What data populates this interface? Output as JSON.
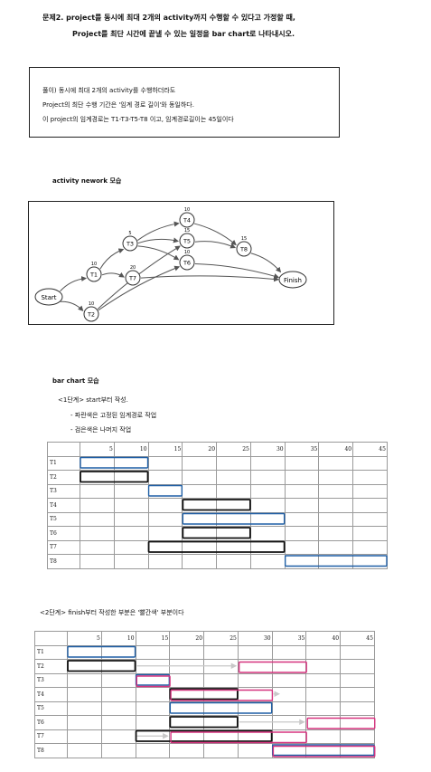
{
  "question": {
    "line1": "문제2.  project를 동시에 최대 2개의 activity까지 수행할 수 있다고 가정할 때,",
    "line2": "Project를 최단 시간에 끝낼 수 있는 일정을 bar chart로 나타내시오."
  },
  "solution": {
    "line1": "풀이)  동시에 최대 2개의 activity를 수행하더라도",
    "line2": "Project의 최단 수행 기간은 '임계 경로 길이'와 동일하다.",
    "line3": "이 project의 임계경로는 T1-T3-T5-T8 이고, 임계경로길이는 45일이다"
  },
  "network": {
    "heading": "activity nework 모습",
    "nodes": [
      {
        "id": "start",
        "label": "Start"
      },
      {
        "id": "T1",
        "label": "T1",
        "duration": "10"
      },
      {
        "id": "T2",
        "label": "T2",
        "duration": "10"
      },
      {
        "id": "T3",
        "label": "T3",
        "duration": "5"
      },
      {
        "id": "T4",
        "label": "T4",
        "duration": "10"
      },
      {
        "id": "T5",
        "label": "T5",
        "duration": "15"
      },
      {
        "id": "T6",
        "label": "T6",
        "duration": "10"
      },
      {
        "id": "T7",
        "label": "T7",
        "duration": "20"
      },
      {
        "id": "T8",
        "label": "T8",
        "duration": "15"
      },
      {
        "id": "finish",
        "label": "Finish"
      }
    ],
    "edges": [
      [
        "start",
        "T1"
      ],
      [
        "start",
        "T2"
      ],
      [
        "T1",
        "T3"
      ],
      [
        "T1",
        "T7"
      ],
      [
        "T2",
        "T5"
      ],
      [
        "T2",
        "T6"
      ],
      [
        "T3",
        "T4"
      ],
      [
        "T3",
        "T5"
      ],
      [
        "T3",
        "T6"
      ],
      [
        "T4",
        "T8"
      ],
      [
        "T5",
        "T8"
      ],
      [
        "T6",
        "finish"
      ],
      [
        "T7",
        "finish"
      ],
      [
        "T8",
        "finish"
      ]
    ]
  },
  "barchart": {
    "heading": "bar chart 모습",
    "step1": {
      "title": "<1단계> start부터 작성.",
      "bullet1": "-  파란색은 고정된 임계경로 작업",
      "bullet2": "-  검은색은 나머지 작업"
    },
    "step2": {
      "title": "<2단계> finish부터 작성한 부분은 '빨간색' 부분이다"
    },
    "ticks": [
      "5",
      "10",
      "15",
      "20",
      "25",
      "30",
      "35",
      "40",
      "45"
    ],
    "rows": [
      "T1",
      "T2",
      "T3",
      "T4",
      "T5",
      "T6",
      "T7",
      "T8"
    ],
    "colors": {
      "critical": "#1f5fa6",
      "other": "#111111",
      "finish": "#d6337f",
      "arrow": "#c8c8c8"
    }
  },
  "chart_data": [
    {
      "type": "table",
      "x_unit": "days",
      "columns": [
        "5",
        "10",
        "15",
        "20",
        "25",
        "30",
        "35",
        "40",
        "45"
      ],
      "rows": [
        "T1",
        "T2",
        "T3",
        "T4",
        "T5",
        "T6",
        "T7",
        "T8"
      ],
      "bars": [
        {
          "task": "T1",
          "start": 0,
          "end": 10,
          "color": "critical"
        },
        {
          "task": "T2",
          "start": 0,
          "end": 10,
          "color": "other"
        },
        {
          "task": "T3",
          "start": 10,
          "end": 15,
          "color": "critical"
        },
        {
          "task": "T4",
          "start": 15,
          "end": 25,
          "color": "other"
        },
        {
          "task": "T5",
          "start": 15,
          "end": 30,
          "color": "critical"
        },
        {
          "task": "T6",
          "start": 15,
          "end": 25,
          "color": "other"
        },
        {
          "task": "T7",
          "start": 10,
          "end": 30,
          "color": "other"
        },
        {
          "task": "T8",
          "start": 30,
          "end": 45,
          "color": "critical"
        }
      ]
    },
    {
      "type": "table",
      "x_unit": "days",
      "columns": [
        "5",
        "10",
        "15",
        "20",
        "25",
        "30",
        "35",
        "40",
        "45"
      ],
      "rows": [
        "T1",
        "T2",
        "T3",
        "T4",
        "T5",
        "T6",
        "T7",
        "T8"
      ],
      "bars": [
        {
          "task": "T1",
          "start": 0,
          "end": 10,
          "color": "critical"
        },
        {
          "task": "T2",
          "start": 0,
          "end": 10,
          "color": "other"
        },
        {
          "task": "T2",
          "start": 25,
          "end": 35,
          "color": "finish"
        },
        {
          "task": "T3",
          "start": 10,
          "end": 15,
          "color": "critical"
        },
        {
          "task": "T3",
          "start": 10,
          "end": 15,
          "color": "finish"
        },
        {
          "task": "T4",
          "start": 15,
          "end": 25,
          "color": "other"
        },
        {
          "task": "T4",
          "start": 15,
          "end": 30,
          "color": "finish"
        },
        {
          "task": "T5",
          "start": 15,
          "end": 30,
          "color": "critical"
        },
        {
          "task": "T6",
          "start": 15,
          "end": 25,
          "color": "other"
        },
        {
          "task": "T6",
          "start": 35,
          "end": 45,
          "color": "finish"
        },
        {
          "task": "T7",
          "start": 10,
          "end": 30,
          "color": "other"
        },
        {
          "task": "T7",
          "start": 15,
          "end": 35,
          "color": "finish"
        },
        {
          "task": "T8",
          "start": 30,
          "end": 45,
          "color": "critical"
        },
        {
          "task": "T8",
          "start": 30,
          "end": 45,
          "color": "finish"
        }
      ],
      "arrows": [
        {
          "task": "T2",
          "from": 10,
          "to": 25
        },
        {
          "task": "T4",
          "from": 30,
          "to": 30
        },
        {
          "task": "T6",
          "from": 25,
          "to": 35
        },
        {
          "task": "T7",
          "from": 10,
          "to": 15
        }
      ]
    }
  ]
}
